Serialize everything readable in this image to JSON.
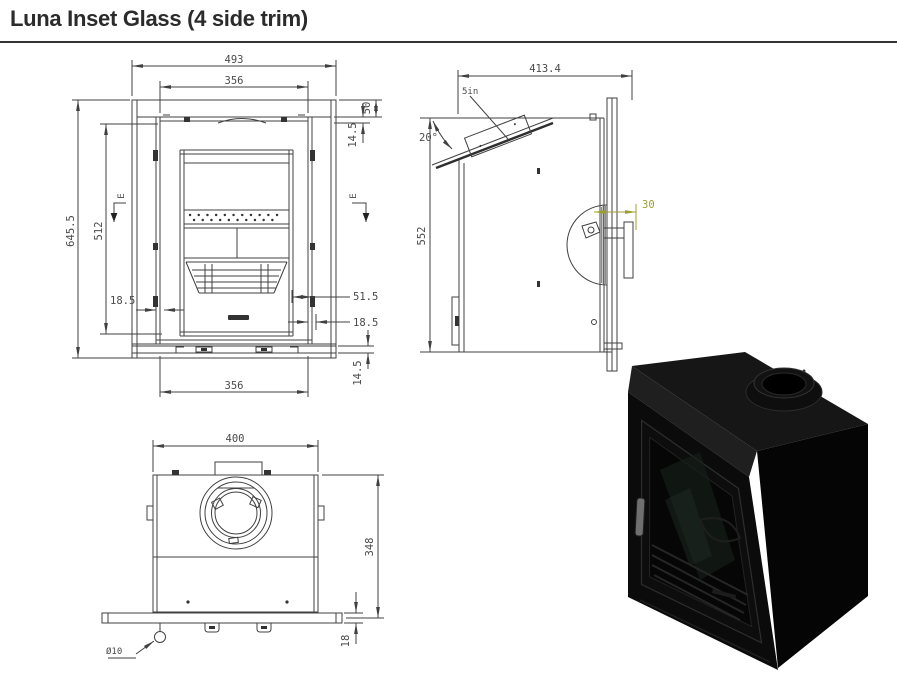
{
  "title": "Luna Inset Glass (4 side trim)",
  "front_view": {
    "dim_width_overall": "493",
    "dim_width_inner_top": "356",
    "dim_trim_depth_top": "50",
    "dim_gap_top": "14.5",
    "dim_height_overall": "645.5",
    "dim_height_opening": "512",
    "dim_side_left": "18.5",
    "dim_side_right_upper": "51.5",
    "dim_side_right_lower": "18.5",
    "dim_gap_bottom": "14.5",
    "dim_width_inner_bottom": "356",
    "section_label": "E"
  },
  "side_view": {
    "dim_depth_overall": "413.4",
    "flue_size_label": "5in",
    "dim_flue_angle": "20°",
    "dim_height_body": "552",
    "dim_rear_offset": "30"
  },
  "top_view": {
    "dim_width_body": "400",
    "dim_depth_body": "348",
    "dim_trim_bar": "18",
    "hole_diameter_label": "Ø10"
  },
  "colors": {
    "drawing_line": "#404040",
    "dimension_text": "#4a4a4a",
    "accent_olive": "#9d9d2e",
    "title_text": "#2b2b2b",
    "render_black": "#0a0a0a"
  }
}
